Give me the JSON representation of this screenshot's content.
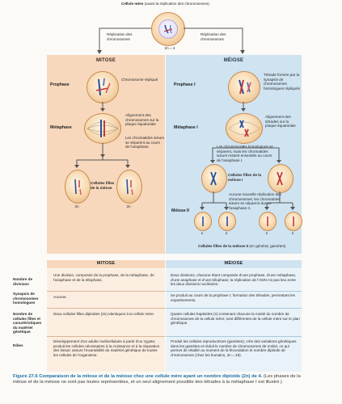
{
  "top": {
    "mother_cell": "Cellule mère",
    "mother_cell_note": "(avant la réplication des chromosomes)",
    "replication_left": "Réplication des chromosomes",
    "replication_right": "Réplication des chromosomes",
    "ploidy": "2n = 4"
  },
  "mitose": {
    "title": "MITOSE",
    "prophase": "Prophase",
    "chrom_label": "Chromosome répliqué",
    "metaphase": "Métaphase",
    "alignment": "Alignement des chromosomes sur la plaque équatoriale",
    "sisters": "Les chromatides sœurs se séparent au cours de l'anaphase.",
    "daughters": "Cellules filles de la mitose",
    "n1": "2n",
    "n2": "2n"
  },
  "meiose": {
    "title": "MÉIOSE",
    "prophase": "Prophase I",
    "tetrad": "Tétrade formée par la synapsis de chromosomes homologues répliqués",
    "metaphase": "Métaphase I",
    "alignment": "Alignement des tétrades sur la plaque équatoriale",
    "homologs": "Les chromosomes homologues se séparent, mais les chromatides sœurs restent ensemble au cours de l'anaphase I.",
    "daughters1": "Cellules filles de la méiose I",
    "no_replication": "Aucune nouvelle réplication des chromosomes; les chromatides sœurs se séparent durant l'anaphase II.",
    "meiose2": "Méiose II",
    "n": [
      "n",
      "n",
      "n",
      "n"
    ],
    "daughters2": "Cellules filles de la méiose II",
    "daughters2_note": "(en général, gamètes)"
  },
  "table": {
    "col_mitose": "MITOSE",
    "col_meiose": "MÉIOSE",
    "rows": [
      {
        "label": "Nombre de divisions",
        "mitose": "Une division, composée de la prophase, de la métaphase, de l'anaphase et de la télophase.",
        "meiose": "Deux divisions, chacune étant composée d'une prophase, d'une métaphase, d'une anaphase et d'une télophase; la réplication de l'ADN n'a pas lieu entre les deux divisions nucléaires."
      },
      {
        "label": "Synapsis de chromosomes homologues",
        "mitose": "Aucune.",
        "meiose": "Se produit au cours de la prophase I; formation des tétrades, permettant les enjambements."
      },
      {
        "label": "Nombre de cellules filles et caractéristiques du matériel génétique",
        "mitose": "Deux cellules filles diploïdes (2n) identiques à la cellule mère.",
        "meiose": "Quatre cellules haploïdes (n) contenant chacune la moitié du nombre de chromosomes de la cellule mère; sont différentes de la cellule mère sur le plan génétique."
      },
      {
        "label": "Rôles",
        "mitose": "Développement d'un adulte multicellulaire à partir d'un zygote; produit les cellules nécessaires à la croissance et à la réparation des tissus; assure l'invariabilité du matériel génétique de toutes les cellules de l'organisme.",
        "meiose": "Produit les cellules reproductrices (gamètes); crée des variations génétiques dans les gamètes et réduit le nombre de chromosomes de moitié, ce qui permet de rétablir au moment de la fécondation le nombre diploïde de chromosomes (chez les humains, 2n = 46)."
      }
    ]
  },
  "caption": {
    "label": "Figure 27.6",
    "title": "Comparaison de la mitose et de la méiose chez une cellule mère ayant un nombre diploïde (2n) de 4.",
    "note": "(Les phases de la mitose et de la méiose ne sont pas toutes représentées, et un seul alignement possible des tétrades à la métaphase I est illustré.)"
  },
  "colors": {
    "mitose_panel": "#f7d8bd",
    "meiose_panel": "#cfe3f1",
    "caption_blue": "#1f6fa8"
  }
}
